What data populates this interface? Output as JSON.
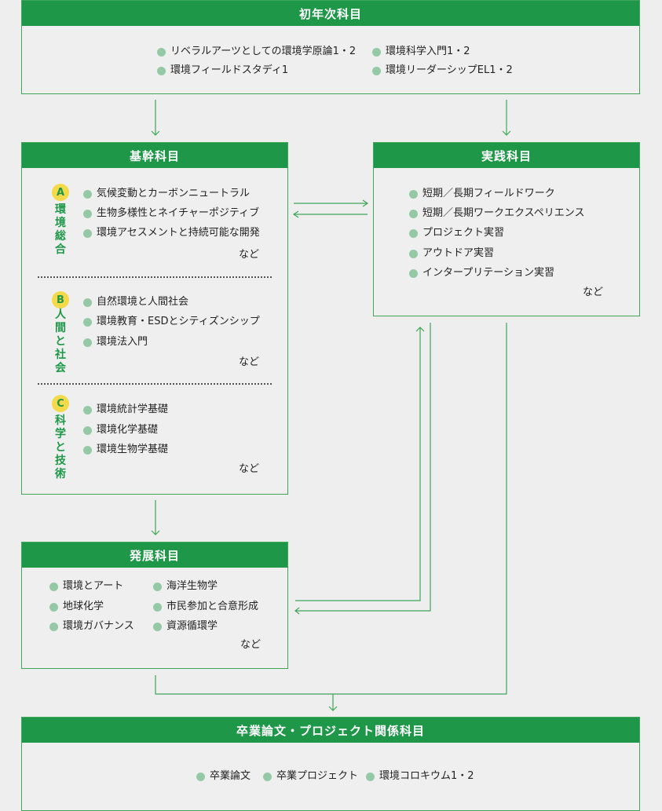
{
  "first_year": {
    "title": "初年次科目",
    "items": [
      "リベラルアーツとしての環境学原論1・2",
      "環境科学入門1・2",
      "環境フィールドスタディ1",
      "環境リーダーシップEL1・2"
    ]
  },
  "basic": {
    "title": "基幹科目",
    "sections": [
      {
        "badge": "A",
        "label": "環境総合",
        "items": [
          "気候変動とカーボンニュートラル",
          "生物多様性とネイチャーポジティブ",
          "環境アセスメントと持続可能な開発"
        ],
        "etc": "など"
      },
      {
        "badge": "B",
        "label": "人間と社会",
        "items": [
          "自然環境と人間社会",
          "環境教育・ESDとシティズンシップ",
          "環境法入門"
        ],
        "etc": "など"
      },
      {
        "badge": "C",
        "label": "科学と技術",
        "items": [
          "環境統計学基礎",
          "環境化学基礎",
          "環境生物学基礎"
        ],
        "etc": "など"
      }
    ]
  },
  "practice": {
    "title": "実践科目",
    "items": [
      "短期／長期フィールドワーク",
      "短期／長期ワークエクスペリエンス",
      "プロジェクト実習",
      "アウトドア実習",
      "インタープリテーション実習"
    ],
    "etc": "など"
  },
  "advanced": {
    "title": "発展科目",
    "items": [
      "環境とアート",
      "海洋生物学",
      "地球化学",
      "市民参加と合意形成",
      "環境ガバナンス",
      "資源循環学"
    ],
    "etc": "など"
  },
  "thesis": {
    "title": "卒業論文・プロジェクト関係科目",
    "items": [
      "卒業論文",
      "卒業プロジェクト",
      "環境コロキウム1・2"
    ]
  },
  "colors": {
    "green": "#1e9748",
    "dot": "#95c9a6",
    "badge": "#f4d94a",
    "line": "#3fa558"
  }
}
